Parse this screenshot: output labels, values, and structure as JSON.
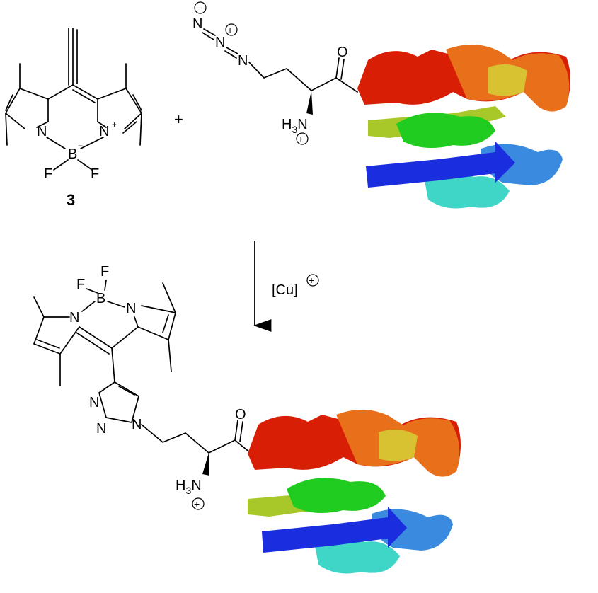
{
  "reaction": {
    "reactant_1": {
      "compound_number": "3",
      "atoms": {
        "n_left": "N",
        "n_right": "N",
        "plus_on_n": "+",
        "boron": "B",
        "boron_minus": "−",
        "fluorine_left": "F",
        "fluorine_right": "F"
      }
    },
    "plus_sign": "+",
    "reactant_2": {
      "azide": {
        "n1": "N",
        "n2": "N",
        "n3": "N",
        "minus": "−",
        "plus": "+"
      },
      "carbonyl_o": "O",
      "amine": {
        "h3": "H",
        "sub3": "3",
        "n": "N",
        "plus": "+"
      }
    },
    "reagent": {
      "catalyst": "[Cu]",
      "catalyst_charge": "+"
    },
    "product": {
      "atoms": {
        "fluorine_left": "F",
        "fluorine_right": "F",
        "boron": "B",
        "n_left": "N",
        "n_right": "N"
      },
      "triazole": {
        "n_a": "N",
        "n_b": "N",
        "n_c": "N"
      },
      "carbonyl_o": "O",
      "amine": {
        "h3": "H",
        "sub3": "3",
        "n": "N",
        "plus": "+"
      }
    }
  },
  "colors": {
    "protein_red": "#d81e05",
    "protein_orange": "#e8701a",
    "protein_yellow": "#d9c232",
    "protein_yellowgreen": "#a8c82a",
    "protein_green": "#1fcc1f",
    "protein_cyan": "#3fd6c8",
    "protein_lightblue": "#3a8be0",
    "protein_blue": "#1a2ee0"
  }
}
